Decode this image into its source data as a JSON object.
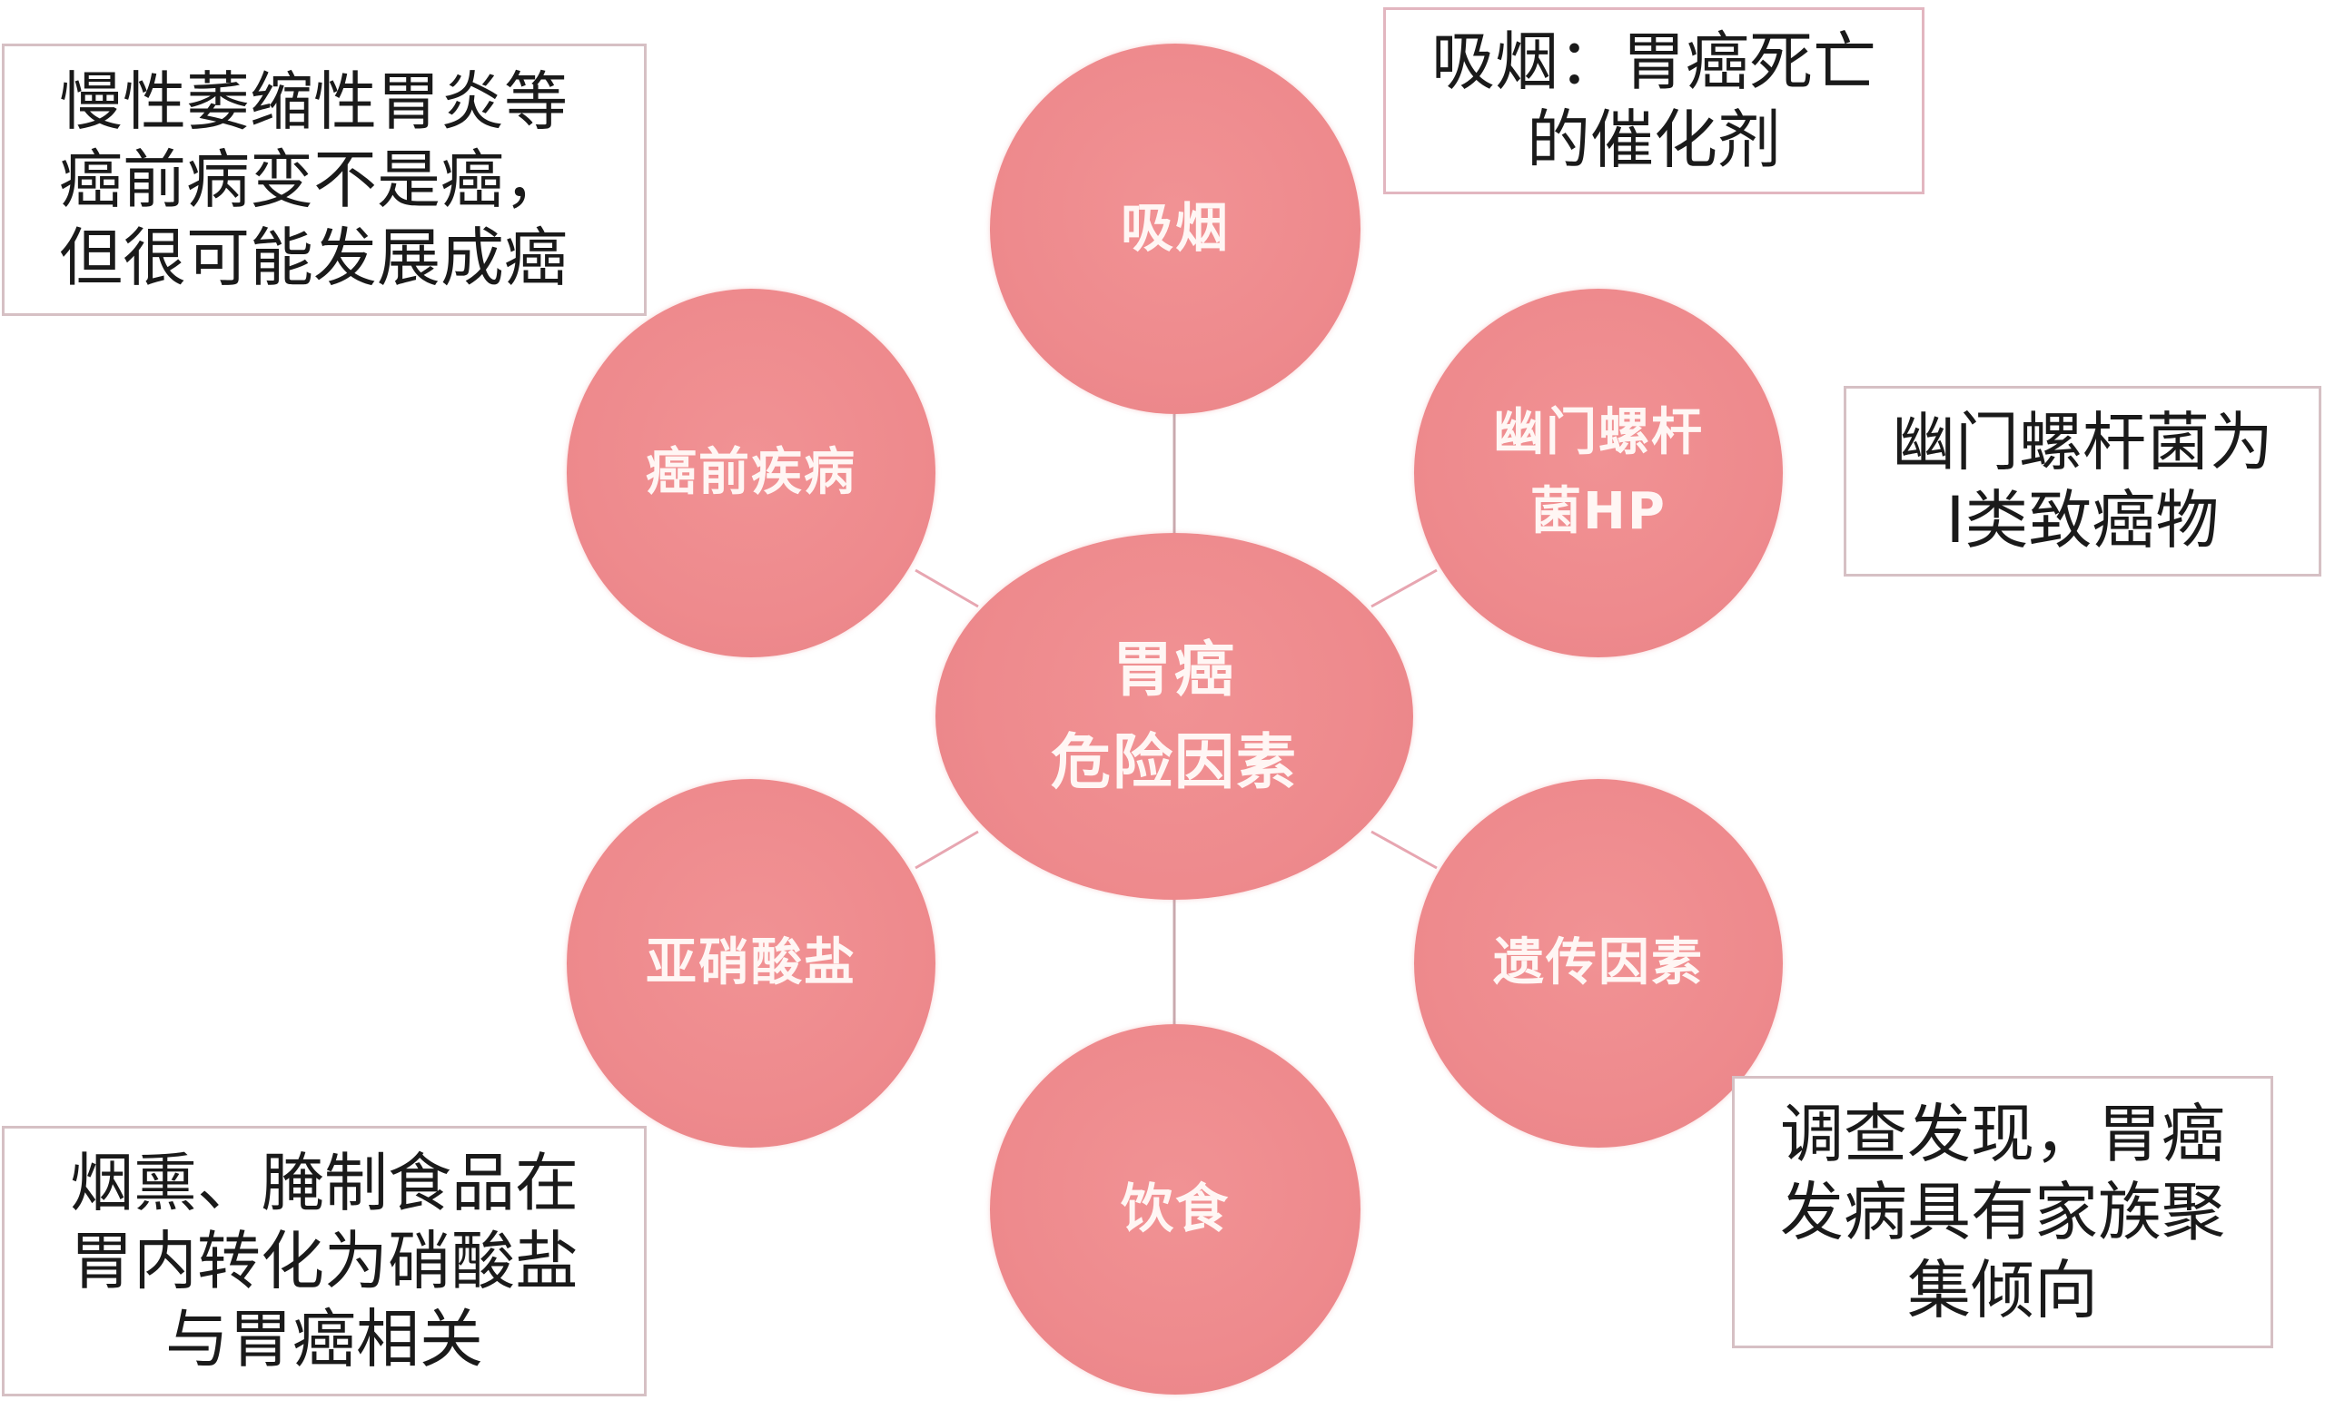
{
  "hub": {
    "lines": [
      "胃癌",
      "危险因素"
    ]
  },
  "factors": {
    "smoking": {
      "lines": [
        "吸烟"
      ]
    },
    "precancer": {
      "lines": [
        "癌前疾病"
      ]
    },
    "hp": {
      "lines": [
        "幽门螺杆",
        "菌HP"
      ]
    },
    "nitrite": {
      "lines": [
        "亚硝酸盐"
      ]
    },
    "genetic": {
      "lines": [
        "遗传因素"
      ]
    },
    "diet": {
      "lines": [
        "饮食"
      ]
    }
  },
  "notes": {
    "precancer": {
      "lines": [
        "慢性萎缩性胃炎等",
        "癌前病变不是癌，",
        "但很可能发展成癌"
      ]
    },
    "smoking": {
      "lines": [
        "吸烟：胃癌死亡",
        "的催化剂"
      ]
    },
    "hp": {
      "lines": [
        "幽门螺杆菌为",
        "Ⅰ类致癌物"
      ]
    },
    "nitrite": {
      "lines": [
        "烟熏、腌制食品在",
        "胃内转化为硝酸盐",
        "与胃癌相关"
      ]
    },
    "genetic": {
      "lines": [
        "调查发现，胃癌",
        "发病具有家族聚",
        "集倾向"
      ]
    }
  },
  "colors": {
    "circle_fill": "#ee8a8d",
    "circle_text": "#fff6f4",
    "note_border": "#d6c0c4",
    "connector": "#c9a9ae"
  }
}
